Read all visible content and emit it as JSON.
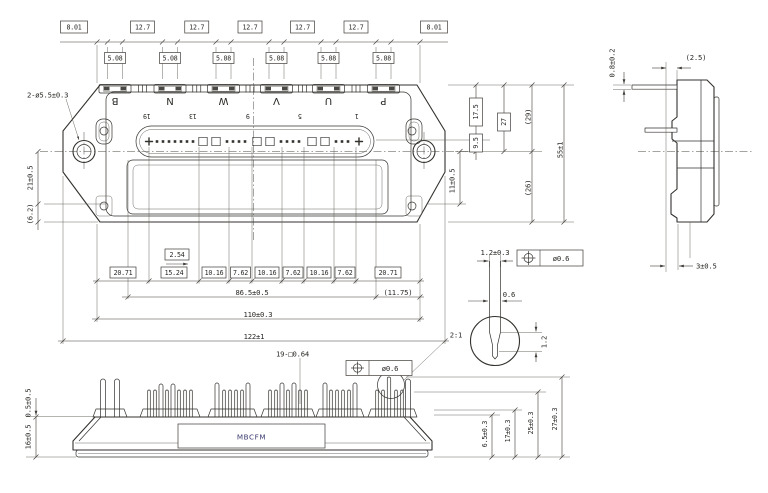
{
  "top_view": {
    "hole_callout": "2-ø5.5±0.3",
    "terminals": [
      "B",
      "N",
      "W",
      "V",
      "U",
      "P"
    ],
    "pin_numbers": [
      "19",
      "13",
      "9",
      "5",
      "1"
    ],
    "top_row": [
      "8.01",
      "12.7",
      "12.7",
      "12.7",
      "12.7",
      "12.7",
      "8.01"
    ],
    "slot_row": [
      "5.08",
      "5.08",
      "5.08",
      "5.08",
      "5.08",
      "5.08"
    ],
    "chain_row": [
      "20.71",
      "15.24",
      "10.16",
      "7.62",
      "10.16",
      "7.62",
      "10.16",
      "7.62",
      "20.71"
    ],
    "pitch_small": "2.54",
    "width_pins": "86.5±0.5",
    "width_aux": "(11.75)",
    "width_body": "110±0.3",
    "width_overall": "122±1",
    "left_dims": {
      "d21": "21±0.5",
      "d62": "(6.2)"
    },
    "right_dims": {
      "d175": "17.5",
      "d95": "9.5",
      "d27": "27",
      "d29": "(29)",
      "d11": "11±0.5",
      "d26": "(26)",
      "d55": "55±1"
    }
  },
  "side_view": {
    "pin_thick": "0.8±0.2",
    "top_gap": "(2.5)",
    "standoff": "3±0.5"
  },
  "pin_detail": {
    "scale": "2:1",
    "width": "1.2±0.3",
    "thickness": "0.6",
    "tip_len": "1.2",
    "tol": "ø0.6"
  },
  "front_view": {
    "brand": "MBCFM",
    "pin_spec": "19-□0.64",
    "tol": "ø0.6",
    "left_dims": {
      "standoff": "0.5±0.5",
      "height": "16±0.5"
    },
    "right_dims": {
      "d65": "6.5±0.3",
      "d17": "17±0.3",
      "d25": "25±0.3",
      "d27": "27±0.3"
    }
  }
}
